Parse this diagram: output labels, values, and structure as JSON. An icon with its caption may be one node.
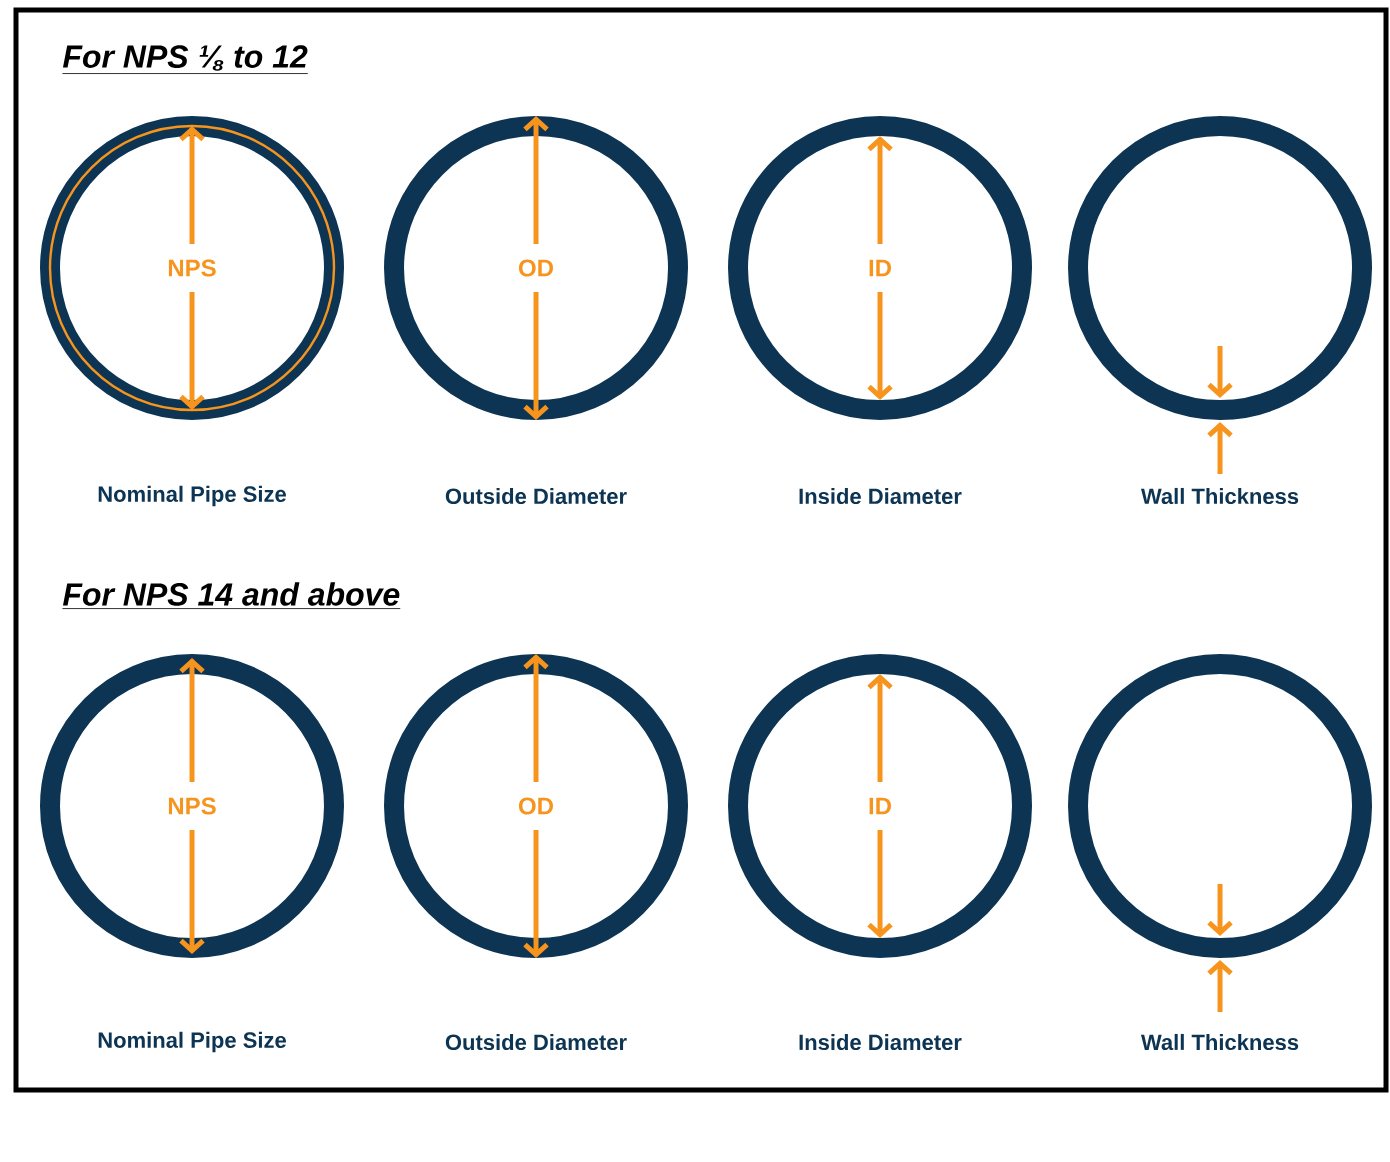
{
  "diagram": {
    "nodes": [
      {
        "text": [
          "NPS"
        ],
        "beside": [
          "Nominal Pipe Size"
        ]
      },
      {
        "text": [
          "OD"
        ],
        "beside": [
          "Outside Diameter"
        ]
      },
      {
        "text": [
          "ID"
        ],
        "beside": [
          "Inside Diameter"
        ]
      },
      {
        "text": [],
        "shape": "circle",
        "beside": [
          "Wall Thickness"
        ]
      },
      {
        "text": [
          "NPS"
        ],
        "beside": [
          "Nominal Pipe Size"
        ]
      },
      {
        "text": [
          "OD"
        ],
        "beside": [
          "Outside Diameter"
        ]
      },
      {
        "text": [
          "ID"
        ],
        "beside": [
          "Inside Diameter"
        ]
      },
      {
        "text": [],
        "shape": "circle",
        "beside": [
          "Wall Thickness"
        ]
      }
    ],
    "labels": [
      "For NPS ⅛ to 12",
      "For NPS 14 and above"
    ]
  }
}
